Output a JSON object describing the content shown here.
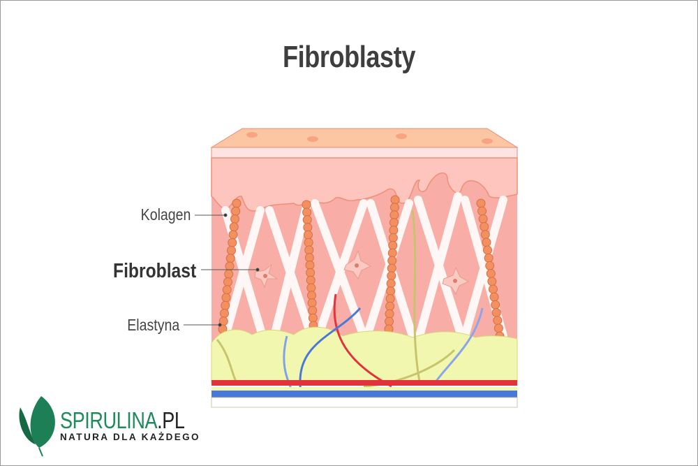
{
  "title": "Fibroblasty",
  "labels": {
    "collagen": "Kolagen",
    "fibroblast": "Fibroblast",
    "elastin": "Elastyna"
  },
  "logo": {
    "name_main": "SPIRULINA",
    "name_suffix": ".PL",
    "tagline": "NATURA DLA KAŻDEGO",
    "brand_color": "#1f8a5c"
  }
}
